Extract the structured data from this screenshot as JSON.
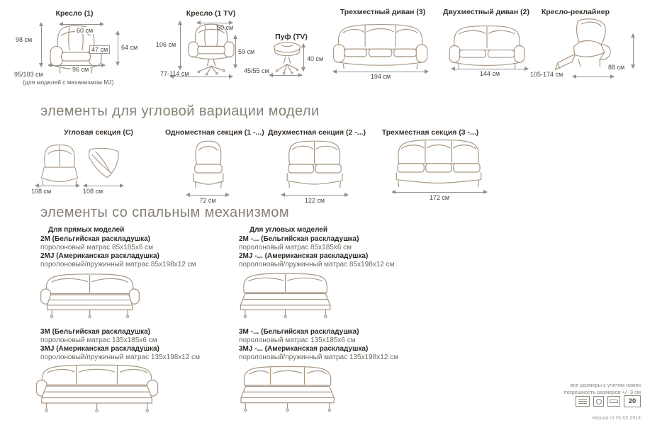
{
  "models": [
    {
      "title": "Кресло (1)",
      "dim_height": "98 см",
      "dim_top": "60 см",
      "dim_seat": "47 см",
      "dim_side": "64 см",
      "dim_width": "96 см",
      "dim_depth": "95/103 см",
      "note": "(для моделей с механизмом MJ)"
    },
    {
      "title": "Кресло (1 TV)",
      "dim_height": "106 см",
      "dim_top": "50 см",
      "dim_side": "59 см",
      "dim_depth": "77-114 см"
    },
    {
      "title": "Пуф (TV)",
      "dim_side": "40 см",
      "dim_depth": "45/55 см"
    },
    {
      "title": "Трехместный диван (3)",
      "dim_width": "194 см"
    },
    {
      "title": "Двухместный диван (2)",
      "dim_width": "144 см"
    },
    {
      "title": "Кресло-реклайнер",
      "dim_depth": "105-174 см",
      "dim_side": "88 см"
    }
  ],
  "corner": {
    "heading": "элементы для угловой вариации модели",
    "items": [
      {
        "title": "Угловая секция (С)",
        "dim_a": "108 см",
        "dim_b": "108 см"
      },
      {
        "title": "Одноместная секция (1 -...)",
        "dim": "72 см"
      },
      {
        "title": "Двухместная секция (2 -...)",
        "dim": "122 см"
      },
      {
        "title": "Трехместная секция (3 -...)",
        "dim": "172 см"
      }
    ]
  },
  "sleeping": {
    "heading": "элементы со спальным механизмом",
    "left_header": "Для прямых моделей",
    "right_header": "Для угловых моделей",
    "block2_left": [
      {
        "name": "2М (Бельгийская раскладушка)",
        "desc": "поролоновый матрас 85х185х6 см"
      },
      {
        "name": "2МJ (Американская раскладушка)",
        "desc": "поролоновый/пружинный матрас 85х198х12 см"
      }
    ],
    "block2_right": [
      {
        "name": "2М -... (Бельгийская раскладушка)",
        "desc": "поролоновый матрас 85х185х6 см"
      },
      {
        "name": "2МJ -... (Американская раскладушка)",
        "desc": "поролоновый/пружинный матрас 85х198х12 см"
      }
    ],
    "block3_left": [
      {
        "name": "3М (Бельгийская раскладушка)",
        "desc": "поролоновый матрас 135х185х6 см"
      },
      {
        "name": "3МJ (Американская раскладушка)",
        "desc": "поролоновый/пружинный матрас 135х198х12 см"
      }
    ],
    "block3_right": [
      {
        "name": "3М -... (Бельгийская раскладушка)",
        "desc": "поролоновый матрас 135х185х6 см"
      },
      {
        "name": "3МJ -... (Американская раскладушка)",
        "desc": "поролоновый/пружинный матрас 135х198х12 см"
      }
    ]
  },
  "footer": {
    "note_line1": "все размеры с учетом ножек",
    "note_line2": "погрешность размеров +/- 3 см",
    "badge_value": "20",
    "version": "версия от 01.02.2014"
  }
}
